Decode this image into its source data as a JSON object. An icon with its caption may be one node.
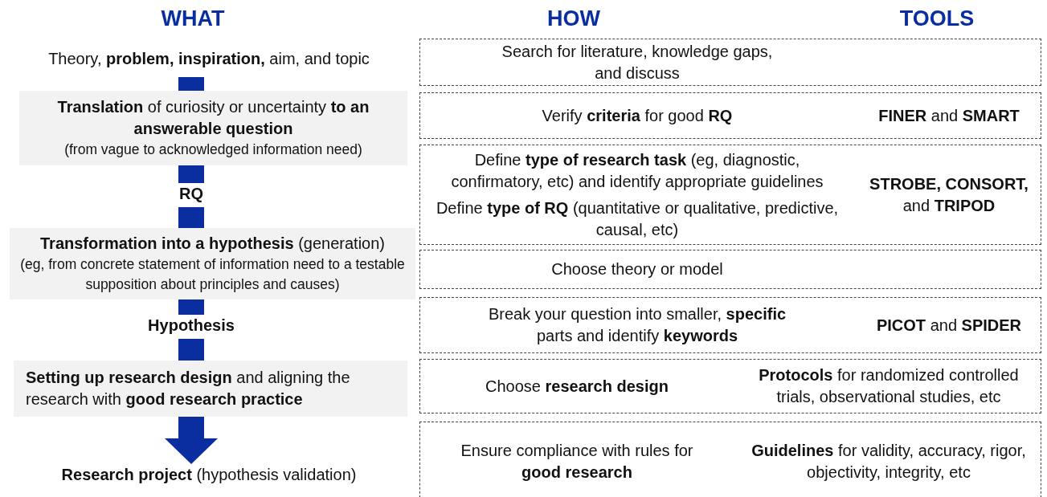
{
  "diagram": {
    "nodes": [
      {
        "text": [
          "Theory, **problem, inspiration,** aim, and topic"
        ]
      },
      {
        "text": [
          "**Translation** of curiosity or uncertainty **to an answerable question**",
          "(from vague to acknowledged information need)"
        ]
      },
      {
        "text": [
          "RQ"
        ]
      },
      {
        "text": [
          "**Transformation into a hypothesis** (generation)",
          "(eg, from concrete statement of information need to a testable supposition about principles and causes)"
        ]
      },
      {
        "text": [
          "Hypothesis"
        ]
      },
      {
        "text": [
          "**Setting up research design** and aligning the research with **good research practice**"
        ]
      },
      {
        "text": [
          "**Research project** (hypothesis validation)"
        ]
      },
      {
        "text": [
          "Search for literature, knowledge gaps, and discuss"
        ]
      },
      {
        "text": [
          "Verify **criteria** for good **RQ**",
          "**FINER** and **SMART**"
        ]
      },
      {
        "text": [
          "Define **type of research task** (eg, diagnostic, confirmatory, etc) and identify appropriate guidelines",
          "Define **type of RQ** (quantitative or qualitative, predictive, causal, etc)",
          "**STROBE, CONSORT,** and **TRIPOD**"
        ]
      },
      {
        "text": [
          "Choose theory or model"
        ]
      },
      {
        "text": [
          "Break your question into smaller, **specific** parts and identify **keywords**",
          "**PICOT** and **SPIDER**"
        ]
      },
      {
        "text": [
          "Choose **research design**",
          "**Protocols** for randomized controlled trials, observational studies, etc"
        ]
      },
      {
        "text": [
          "Ensure compliance with rules for **good research**",
          "**Guidelines** for validity, accuracy, rigor, objectivity, integrity, etc"
        ]
      }
    ],
    "edges": [
      {
        "from": 0,
        "to": 1,
        "arrow": "none"
      },
      {
        "from": 1,
        "to": 2,
        "arrow": "none"
      },
      {
        "from": 2,
        "to": 3,
        "arrow": "none"
      },
      {
        "from": 3,
        "to": 4,
        "arrow": "none"
      },
      {
        "from": 4,
        "to": 5,
        "arrow": "none"
      },
      {
        "from": 5,
        "to": 6,
        "arrow": "to"
      }
    ],
    "labels": [
      "WHAT",
      "HOW",
      "TOOLS"
    ]
  }
}
